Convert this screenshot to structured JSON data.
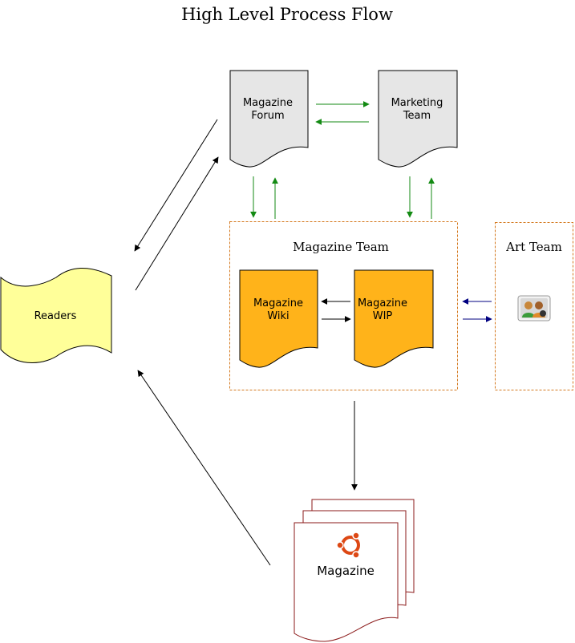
{
  "title": "High Level Process Flow",
  "nodes": {
    "magazine_forum": {
      "line1": "Magazine",
      "line2": "Forum"
    },
    "marketing_team": {
      "line1": "Marketing",
      "line2": "Team"
    },
    "readers": {
      "label": "Readers"
    },
    "magazine_team": {
      "label": "Magazine Team"
    },
    "magazine_wiki": {
      "line1": "Magazine",
      "line2": "Wiki"
    },
    "magazine_wip": {
      "line1": "Magazine",
      "line2": "WIP"
    },
    "art_team": {
      "label": "Art Team",
      "icon": "people-icon"
    },
    "magazine": {
      "label": "Magazine",
      "icon": "ubuntu-logo-icon"
    }
  },
  "colors": {
    "doc_gray": "#e6e6e6",
    "readers_yellow": "#ffff99",
    "wiki_orange": "#ffb31a",
    "team_border": "#d4791f",
    "green_arrow": "#138a13",
    "blue_arrow": "#000080",
    "magazine_border": "#8b1a1a",
    "ubuntu_orange": "#dd4814"
  }
}
